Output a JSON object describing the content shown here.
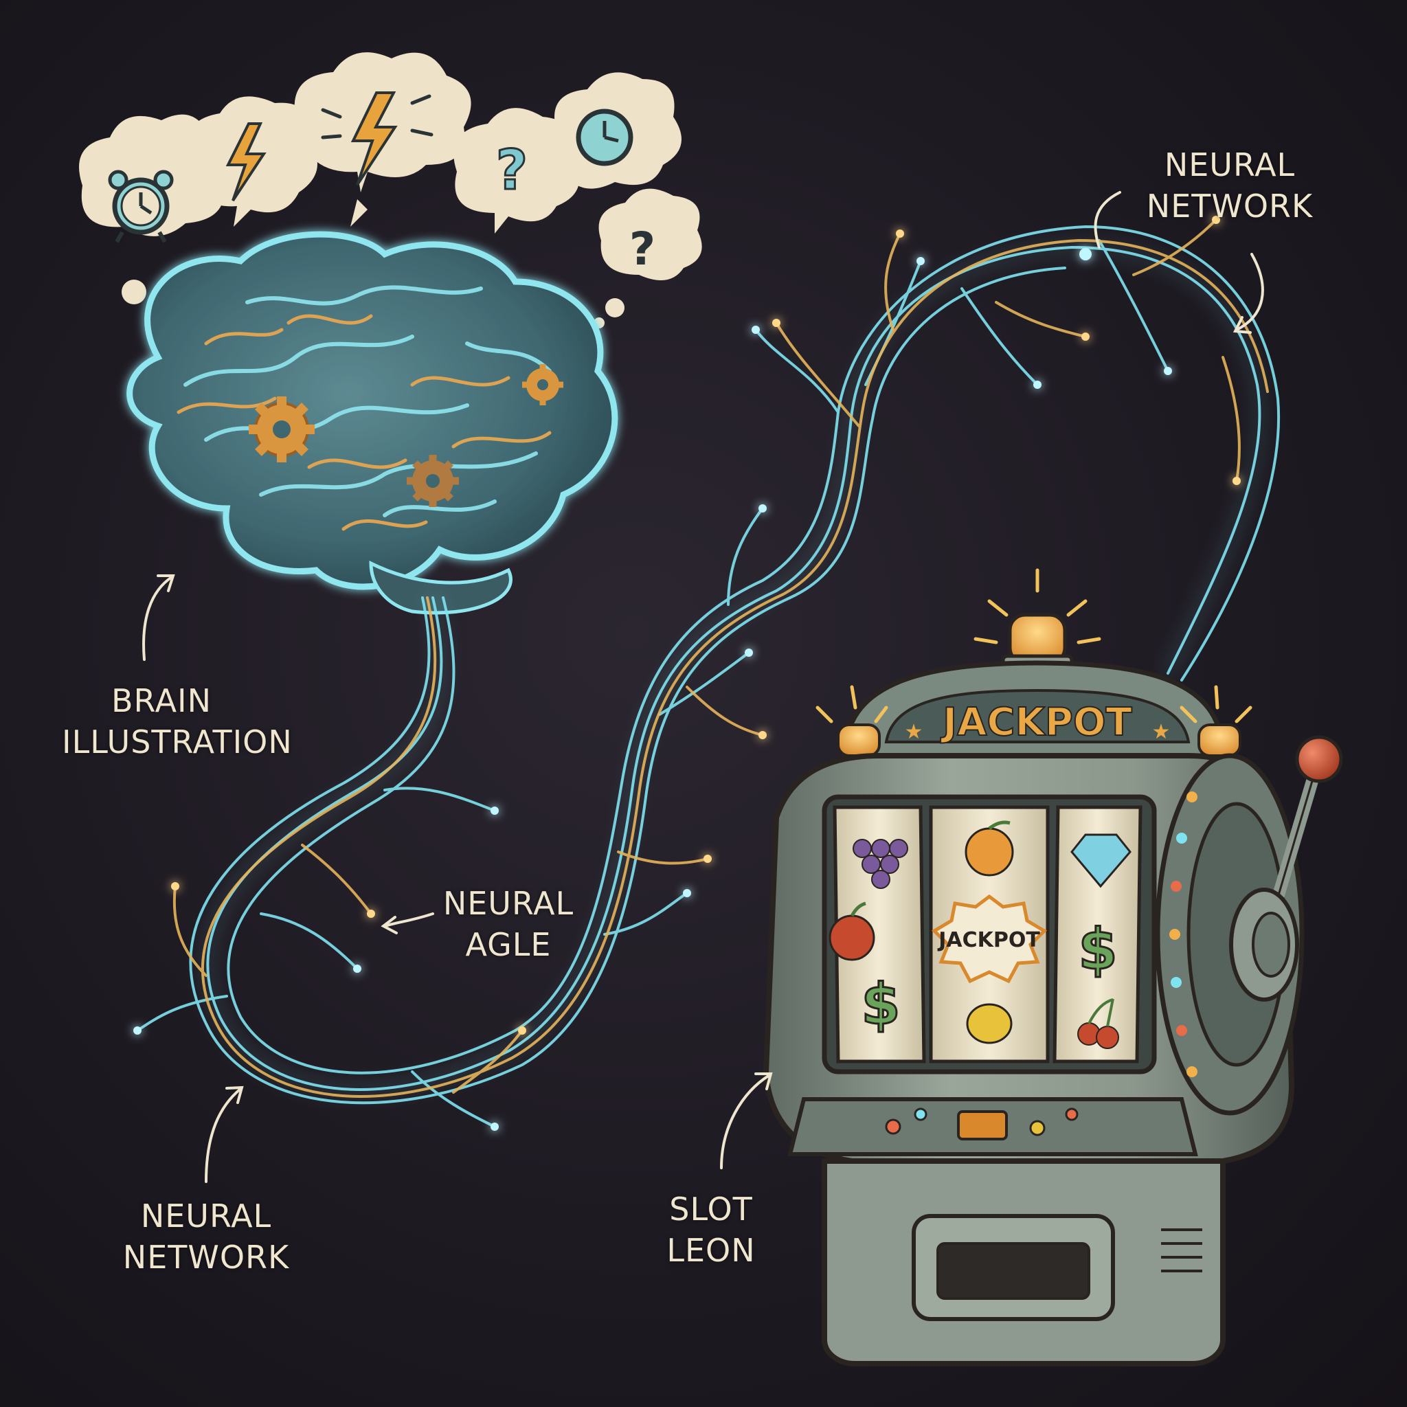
{
  "thought_bubbles": [
    {
      "icon": "alarm-clock-icon"
    },
    {
      "icon": "lightning-icon"
    },
    {
      "icon": "lightning-icon"
    },
    {
      "icon": "question-mark-icon",
      "glyph": "?"
    },
    {
      "icon": "clock-icon"
    },
    {
      "icon": "question-mark-icon",
      "glyph": "?"
    }
  ],
  "labels": {
    "brain": {
      "line1": "BRAIN",
      "line2": "ILLUSTRATION"
    },
    "neural_agle": {
      "line1": "NEURAL",
      "line2": "AGLE"
    },
    "neural_network_left": {
      "line1": "NEURAL",
      "line2": "NETWORK"
    },
    "neural_network_right": {
      "line1": "NEURAL",
      "line2": "NETWORK"
    },
    "slot_leon": {
      "line1": "SLOT",
      "line2": "LEON"
    }
  },
  "slot_machine": {
    "header": "JACKPOT",
    "reel_badge": "JACKPOT",
    "dollar": "$",
    "reels": [
      [
        "grapes-icon",
        "apple-icon",
        "dollar-icon"
      ],
      [
        "orange-icon",
        "jackpot-badge",
        "lemon-icon"
      ],
      [
        "diamond-icon",
        "dollar-icon",
        "cherries-icon"
      ]
    ]
  },
  "colors": {
    "background": "#1e1a22",
    "neural_cyan": "#7fe3f0",
    "neural_gold": "#e6b45a",
    "bubble": "#eee3c8",
    "machine_body": "#8e9a8f",
    "label_text": "#efe6cf"
  }
}
